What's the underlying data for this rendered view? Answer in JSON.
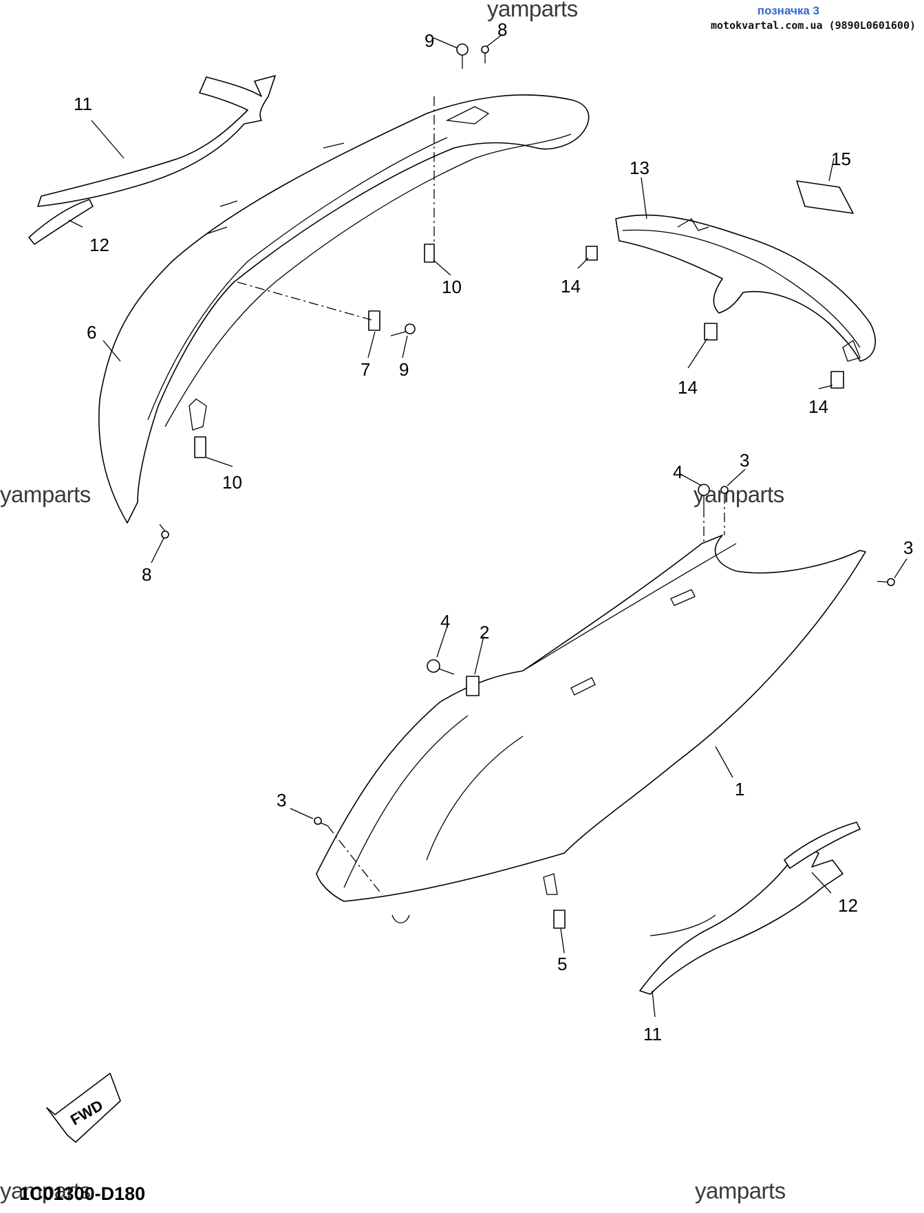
{
  "header": {
    "link_text": "позначка 3",
    "site_text": "motokvartal.com.ua (9890L0601600)"
  },
  "watermark": "yamparts",
  "diagram_code": "1C01300-D180",
  "fwd_label": "FWD",
  "callouts": {
    "c1": "1",
    "c2": "2",
    "c3a": "3",
    "c3b": "3",
    "c3c": "3",
    "c4a": "4",
    "c4b": "4",
    "c5": "5",
    "c6": "6",
    "c7": "7",
    "c8a": "8",
    "c8b": "8",
    "c9a": "9",
    "c9b": "9",
    "c10a": "10",
    "c10b": "10",
    "c11a": "11",
    "c11b": "11",
    "c12a": "12",
    "c12b": "12",
    "c13": "13",
    "c14a": "14",
    "c14b": "14",
    "c14c": "14",
    "c15": "15"
  },
  "colors": {
    "link": "#3366cc",
    "line": "#000000",
    "watermark": "#3a3a3a"
  }
}
